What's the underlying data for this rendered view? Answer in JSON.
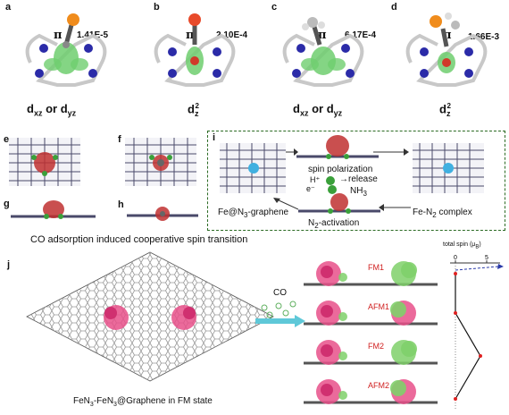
{
  "panels_top": [
    {
      "letter": "a",
      "pi": "π",
      "value": "1.41E-5",
      "orbital_main": "d",
      "orbital_sub": "xz",
      "orbital_or": " or ",
      "orbital_main2": "d",
      "orbital_sub2": "yz"
    },
    {
      "letter": "b",
      "pi": "π",
      "value": "2.10E-4",
      "orbital_main": "d",
      "orbital_sub": "z",
      "orbital_sup": "2"
    },
    {
      "letter": "c",
      "pi": "π",
      "value": "6.17E-4",
      "orbital_main": "d",
      "orbital_sub": "xz",
      "orbital_or": " or ",
      "orbital_main2": "d",
      "orbital_sub2": "yz"
    },
    {
      "letter": "d",
      "pi": "π",
      "value": "1.66E-3",
      "orbital_main": "d",
      "orbital_sub": "z",
      "orbital_sup": "2"
    }
  ],
  "panels_mid": {
    "e": "e",
    "f": "f",
    "g": "g",
    "h": "h",
    "i": "i"
  },
  "cycle": {
    "spin_polarization": "spin polarization",
    "release": "release",
    "nh3_main": "NH",
    "nh3_sub": "3",
    "h_plus": "H⁺",
    "e_minus": "e⁻",
    "left_label_main": "Fe@N",
    "left_label_sub": "3",
    "left_label_rest": "-graphene",
    "activation_main": "N",
    "activation_sub": "2",
    "activation_rest": "-activation",
    "right_label_main": "Fe-N",
    "right_label_sub": "2",
    "right_label_rest": " complex"
  },
  "section_title": "CO adsorption induced cooperative spin transition",
  "panel_j": {
    "letter": "j",
    "co_label": "CO",
    "caption_main": "FeN",
    "caption_sub1": "3",
    "caption_mid": "-FeN",
    "caption_sub2": "3",
    "caption_rest": "@Graphene in FM state"
  },
  "states": [
    "FM1",
    "AFM1",
    "FM2",
    "AFM2"
  ],
  "spin_axis": {
    "title_main": "total spin (μ",
    "title_sub": "B",
    "title_end": ")",
    "ticks": [
      "0",
      "5"
    ]
  },
  "chart_data": {
    "type": "line",
    "xlabel": "total spin (μB)",
    "categories": [
      "FM1",
      "AFM1",
      "FM2",
      "AFM2"
    ],
    "values": [
      0,
      0,
      4,
      0
    ],
    "x_ticks": [
      "0",
      "5"
    ]
  }
}
